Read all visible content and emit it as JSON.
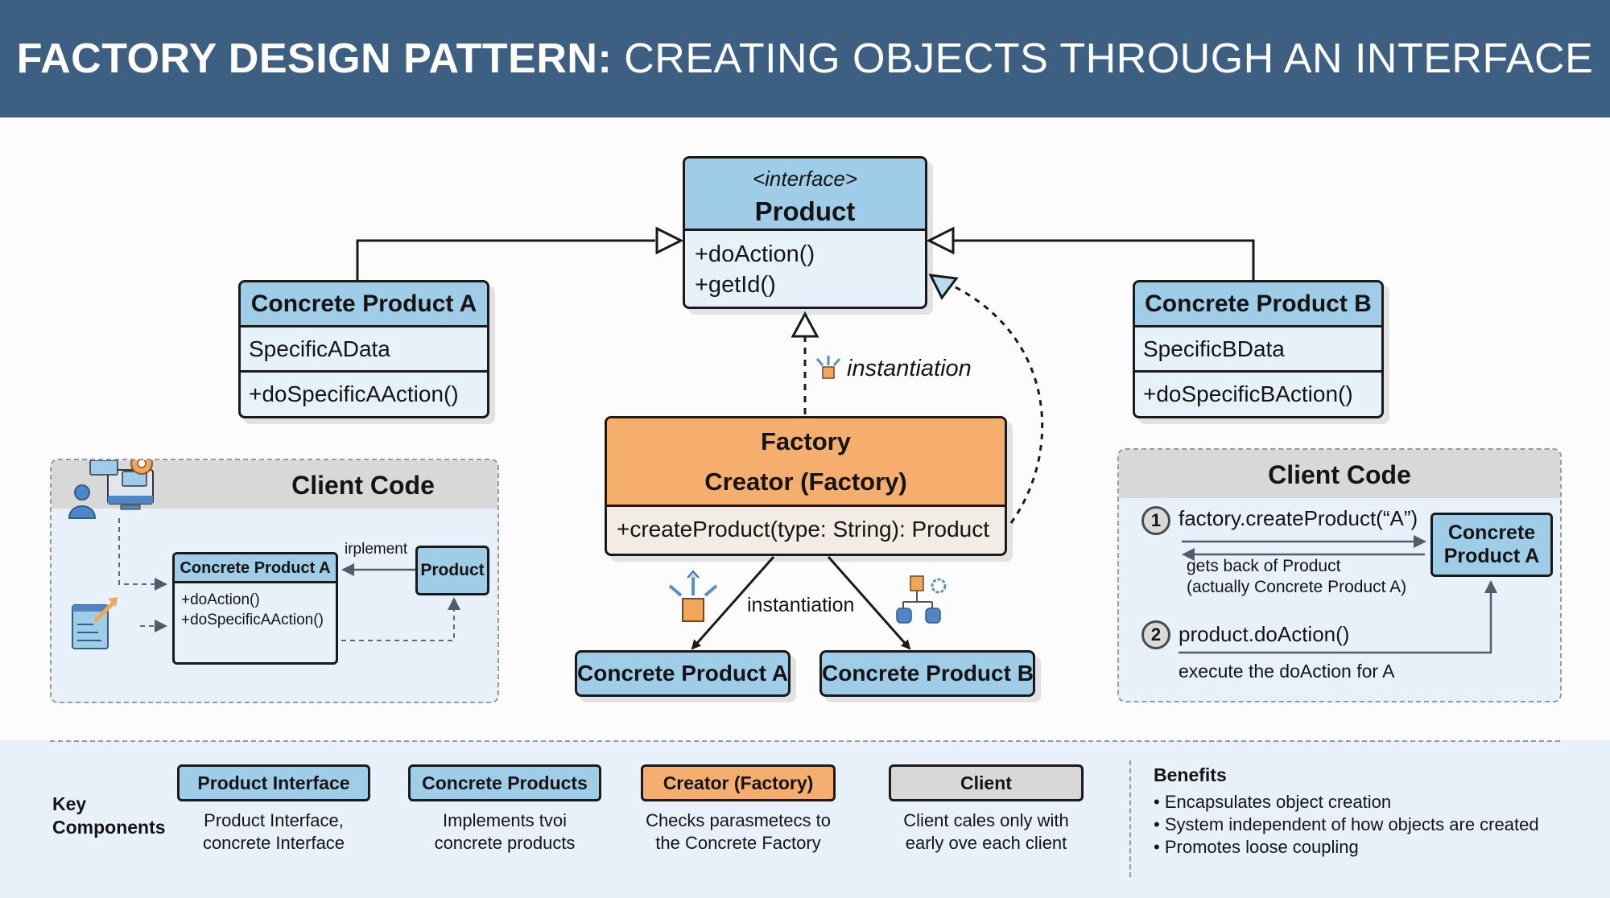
{
  "header": {
    "title_bold": "FACTORY DESIGN PATTERN:",
    "title_rest": " CREATING OBJECTS THROUGH AN INTERFACE"
  },
  "colors": {
    "header_bg": "#3d5f82",
    "product_blue": "#9fcde7",
    "factory_orange": "#f6ae6e",
    "client_gray": "#d8d8d8",
    "panel_bg": "#e8f1f9"
  },
  "product_interface": {
    "stereotype": "<interface>",
    "name": "Product",
    "methods": [
      "+doAction()",
      "+getId()"
    ]
  },
  "concrete_product_a": {
    "name": "Concrete Product A",
    "attribute": "SpecificAData",
    "method": "+doSpecificAAction()"
  },
  "concrete_product_b": {
    "name": "Concrete Product B",
    "attribute": "SpecificBData",
    "method": "+doSpecificBAction()"
  },
  "factory": {
    "line1": "Factory",
    "line2": "Creator (Factory)",
    "method": "+createProduct(type: String): Product"
  },
  "relations": {
    "instantiation_top": "instantiation",
    "instantiation_bottom": "instantiation"
  },
  "created_products": {
    "a": "Concrete Product A",
    "b": "Concrete Product B"
  },
  "client_left": {
    "title": "Client Code",
    "inner_class": {
      "name": "Concrete Product A",
      "methods": [
        "+doAction()",
        "+doSpecificAAction()"
      ]
    },
    "implement_label": "irplement",
    "product_label": "Product"
  },
  "client_right": {
    "title": "Client Code",
    "steps": [
      {
        "number": "1",
        "code": "factory.createProduct(“A”)",
        "result_line1": "gets back of Product",
        "result_line2": "(actually Concrete Product A)"
      },
      {
        "number": "2",
        "code": "product.doAction()",
        "result": "execute the doAction for A"
      }
    ],
    "target_line1": "Concrete",
    "target_line2": "Product A"
  },
  "key_components": {
    "title_line1": "Key",
    "title_line2": "Components",
    "items": [
      {
        "label": "Product Interface",
        "desc_line1": "Product Interface,",
        "desc_line2": "concrete Interface",
        "color": "#9fcde7"
      },
      {
        "label": "Concrete Products",
        "desc_line1": "Implements tvoi",
        "desc_line2": "concrete products",
        "color": "#9fcde7"
      },
      {
        "label": "Creator (Factory)",
        "desc_line1": "Checks parasmetecs to",
        "desc_line2": "the Concrete Factory",
        "color": "#f6ae6e"
      },
      {
        "label": "Client",
        "desc_line1": "Client cales only with",
        "desc_line2": "early ove each client",
        "color": "#d8d8d8"
      }
    ]
  },
  "benefits": {
    "title": "Benefits",
    "items": [
      "Encapsulates object creation",
      "System independent of how objects are created",
      "Promotes loose coupling"
    ]
  }
}
